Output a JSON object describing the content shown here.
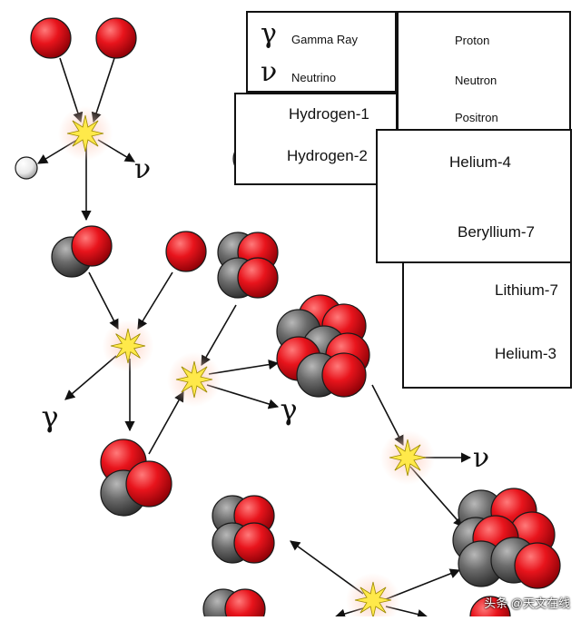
{
  "legend": {
    "gamma_symbol": "γ",
    "gamma_label": "Gamma Ray",
    "neutrino_symbol": "ν",
    "neutrino_label": "Neutrino",
    "proton_label": "Proton",
    "neutron_label": "Neutron",
    "positron_label": "Positron",
    "hydrogen1_label": "Hydrogen-1",
    "hydrogen2_label": "Hydrogen-2",
    "helium4_label": "Helium-4",
    "beryllium7_label": "Beryllium-7",
    "lithium7_label": "Lithium-7",
    "helium3_label": "Helium-3"
  },
  "diagram": {
    "gamma": "γ",
    "neutrino": "ν"
  },
  "watermark": "头条 @天文在线",
  "colors": {
    "proton": "#e8141c",
    "neutron": "#6b6b6b",
    "positron": "#f2f2f2",
    "flash": "#ffe94a"
  }
}
